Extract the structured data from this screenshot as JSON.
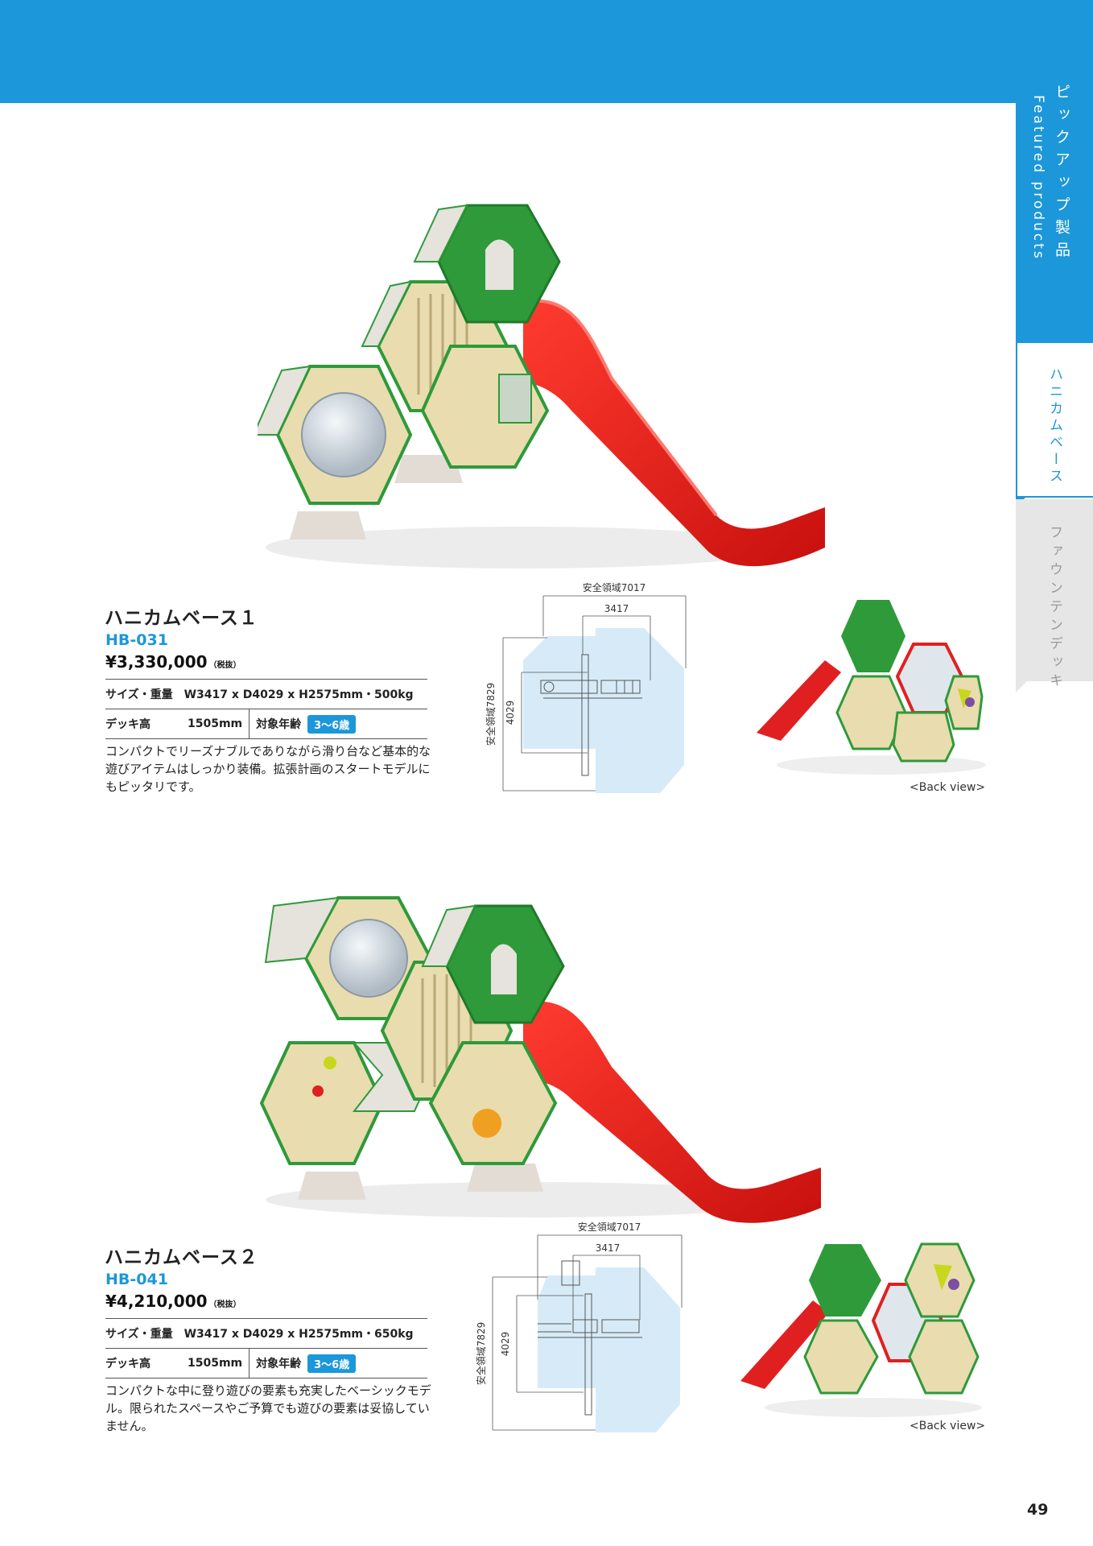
{
  "sidebar": {
    "featured_jp": "ピックアップ製品",
    "featured_en": "Featured products",
    "tab_honeycomb": "ハニカムベース",
    "tab_fountain": "ファウンテンデッキ"
  },
  "products": [
    {
      "name": "ハニカムベース１",
      "code": "HB-031",
      "price": "¥3,330,000",
      "tax_note": "（税抜）",
      "size_label": "サイズ・重量",
      "size_value": "W3417 x D4029 x H2575mm・500kg",
      "deck_label": "デッキ高",
      "deck_value": "1505mm",
      "age_label": "対象年齢",
      "age_value": "3〜6歳",
      "description": "コンパクトでリーズナブルでありながら滑り台など基本的な遊びアイテムはしっかり装備。拡張計画のスタートモデルにもピッタリです。",
      "plan": {
        "safety_label": "安全領域7017",
        "width_label": "3417",
        "safety_depth_label": "安全領域7829",
        "depth_label": "4029"
      },
      "back_view": "<Back view>"
    },
    {
      "name": "ハニカムベース２",
      "code": "HB-041",
      "price": "¥4,210,000",
      "tax_note": "（税抜）",
      "size_label": "サイズ・重量",
      "size_value": "W3417 x D4029 x H2575mm・650kg",
      "deck_label": "デッキ高",
      "deck_value": "1505mm",
      "age_label": "対象年齢",
      "age_value": "3〜6歳",
      "description": "コンパクトな中に登り遊びの要素も充実したベーシックモデル。限られたスペースやご予算でも遊びの要素は妥協していません。",
      "plan": {
        "safety_label": "安全領域7017",
        "width_label": "3417",
        "safety_depth_label": "安全領域7829",
        "depth_label": "4029"
      },
      "back_view": "<Back view>"
    }
  ],
  "page_number": "49",
  "colors": {
    "brand_blue": "#1c97d9",
    "slide_red": "#e02020",
    "panel_green": "#2e9a3a",
    "panel_beige": "#e9dcae"
  }
}
